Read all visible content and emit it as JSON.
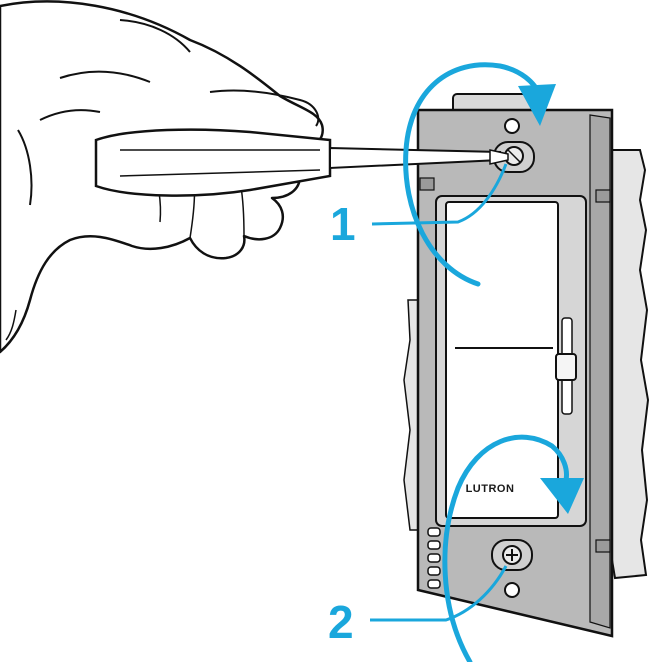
{
  "diagram": {
    "brand_label": "LUTRON",
    "callouts": [
      {
        "label": "1"
      },
      {
        "label": "2"
      }
    ],
    "colors": {
      "accent": "#1aa7dc",
      "plate": "#b9b9b9",
      "wall": "#e6e6e6",
      "outline": "#111111",
      "dimmer": "#ffffff"
    },
    "icons": [
      "screwdriver-icon",
      "hand-icon",
      "screw-icon",
      "rotation-arrow-icon"
    ]
  }
}
